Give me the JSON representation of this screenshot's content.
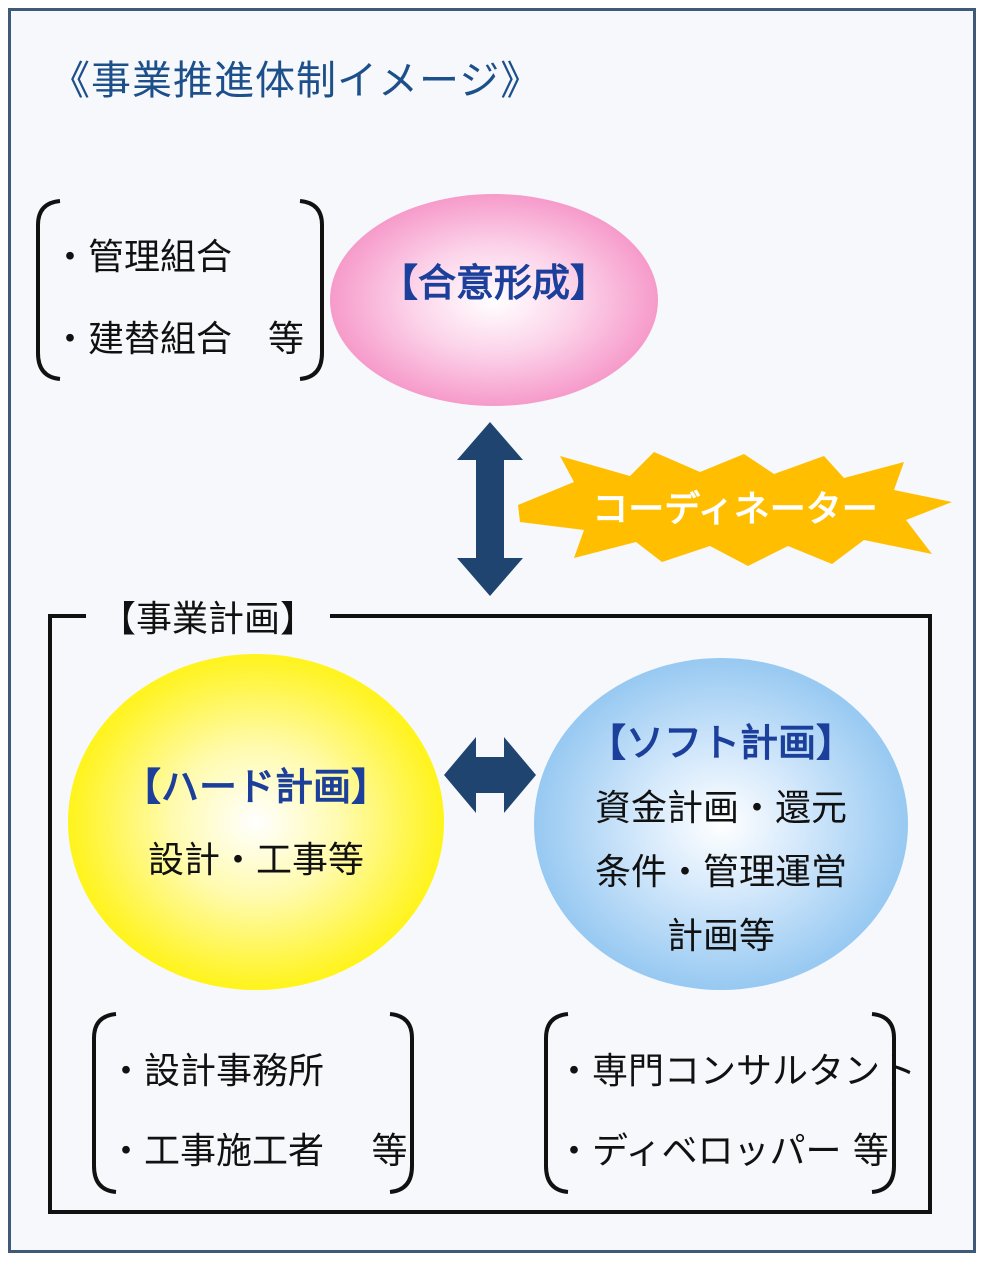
{
  "title": "《事業推進体制イメージ》",
  "consensus": {
    "label": "【合意形成】",
    "items": [
      "・管理組合",
      "・建替組合　等"
    ]
  },
  "coordinator": {
    "label": "コーディネーター"
  },
  "business_plan": {
    "label": "【事業計画】"
  },
  "hard_plan": {
    "label": "【ハード計画】",
    "desc": "設計・工事等",
    "items": [
      "・設計事務所",
      "・工事施工者　 等"
    ]
  },
  "soft_plan": {
    "label": "【ソフト計画】",
    "desc": [
      "資金計画・還元",
      "条件・管理運営",
      "計画等"
    ],
    "items": [
      "・専門コンサルタント",
      "・ディベロッパー 等"
    ]
  },
  "colors": {
    "frame_border": "#3e5a78",
    "title": "#1d4f8b",
    "arrow": "#1f4470",
    "pink": "#f58fc4",
    "yellow": "#fff200",
    "blue": "#8cc3f0",
    "burst": "#ffbf00",
    "accent_text": "#1b3f9a"
  }
}
